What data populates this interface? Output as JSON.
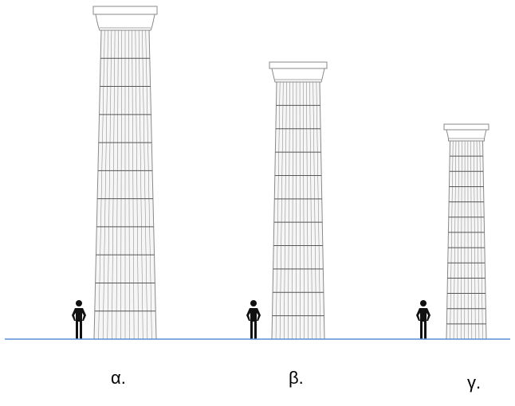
{
  "labels": {
    "a": "α.",
    "b": "β.",
    "g": "γ."
  },
  "colors": {
    "ground_line": "#5b8fd6",
    "column_stroke": "#8a8a8a",
    "column_fill": "#f6f6f6",
    "figure": "#111111"
  },
  "columns": [
    {
      "id": "a",
      "name": "column-alpha",
      "drums": 11
    },
    {
      "id": "b",
      "name": "column-beta",
      "drums": 11
    },
    {
      "id": "g",
      "name": "column-gamma",
      "drums": 13
    }
  ]
}
